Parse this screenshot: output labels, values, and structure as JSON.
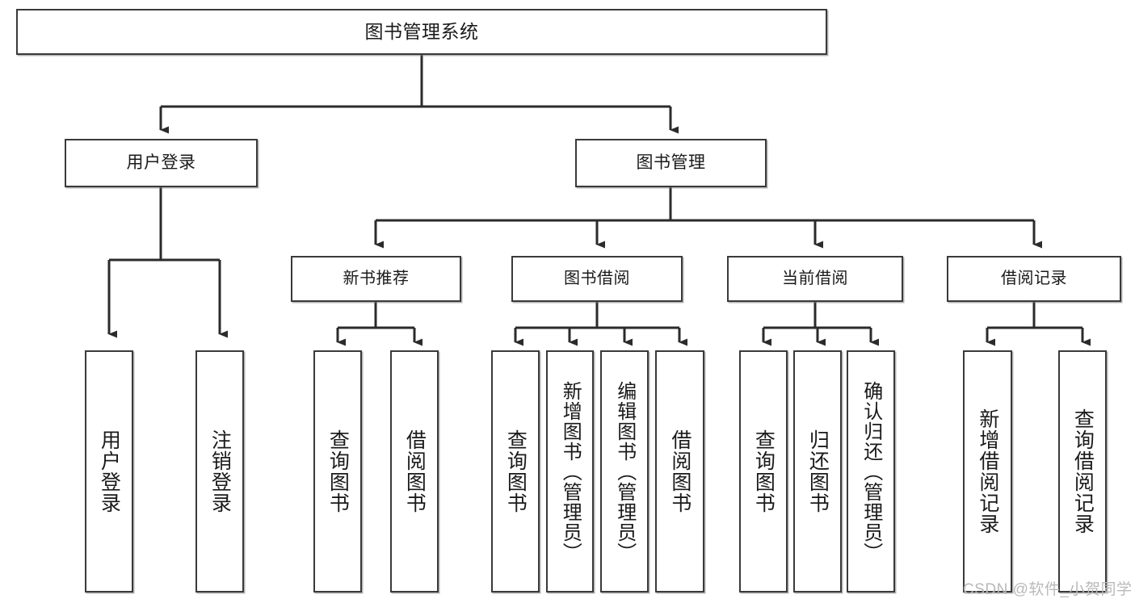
{
  "diagram": {
    "title": "图书管理系统",
    "type": "tree",
    "root": {
      "label": "图书管理系统"
    },
    "level1": [
      {
        "label": "用户登录"
      },
      {
        "label": "图书管理"
      }
    ],
    "level2": [
      {
        "label": "新书推荐",
        "parent": "图书管理"
      },
      {
        "label": "图书借阅",
        "parent": "图书管理"
      },
      {
        "label": "当前借阅",
        "parent": "图书管理"
      },
      {
        "label": "借阅记录",
        "parent": "图书管理"
      }
    ],
    "leaves": {
      "用户登录": [
        {
          "label": "用户登录"
        },
        {
          "label": "注销登录"
        }
      ],
      "新书推荐": [
        {
          "label": "查询图书"
        },
        {
          "label": "借阅图书"
        }
      ],
      "图书借阅": [
        {
          "label": "查询图书"
        },
        {
          "label": "新增图书（管理员）"
        },
        {
          "label": "编辑图书（管理员）"
        },
        {
          "label": "借阅图书"
        }
      ],
      "当前借阅": [
        {
          "label": "查询图书"
        },
        {
          "label": "归还图书"
        },
        {
          "label": "确认归还（管理员）"
        }
      ],
      "借阅记录": [
        {
          "label": "新增借阅记录"
        },
        {
          "label": "查询借阅记录"
        }
      ]
    }
  },
  "watermark": {
    "text": "CSDN @软件_小贺同学"
  },
  "colors": {
    "box_border": "#3a3a3a",
    "box_fill": "#ffffff",
    "line": "#2b2b2b",
    "text": "#1a1a1a",
    "watermark": "#b9b9b9"
  }
}
